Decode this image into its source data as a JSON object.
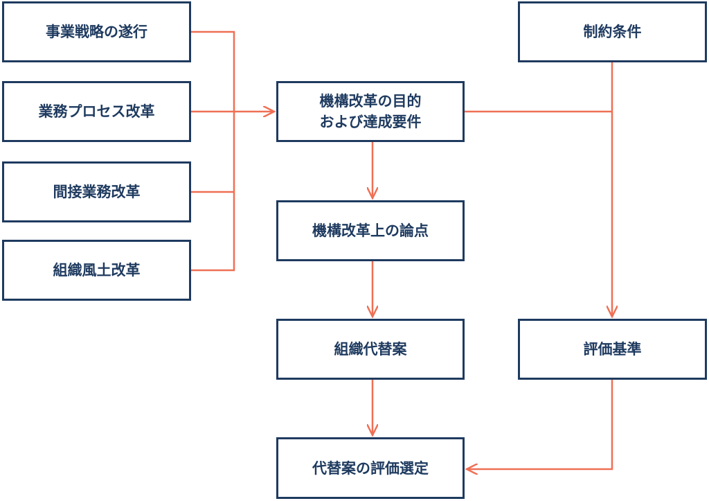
{
  "colors": {
    "box_border": "#1e3a5f",
    "box_text": "#1e3a5f",
    "connector": "#ef6f54"
  },
  "nodes": {
    "strategy": "事業戦略の遂行",
    "process": "業務プロセス改革",
    "indirect": "間接業務改革",
    "culture": "組織風土改革",
    "purpose": "機構改革の目的\nおよび達成要件",
    "issues": "機構改革上の論点",
    "alternatives": "組織代替案",
    "selection": "代替案の評価選定",
    "constraints": "制約条件",
    "criteria": "評価基準"
  }
}
